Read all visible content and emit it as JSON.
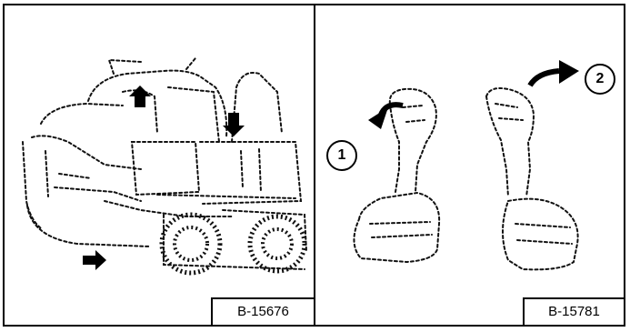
{
  "panels": [
    {
      "figure_code": "B-15676",
      "image_icon": "skid-steer-loader-illustration"
    },
    {
      "figure_code": "B-15781",
      "image_icon": "control-joystick-pair-illustration",
      "callouts": [
        "1",
        "2"
      ]
    }
  ]
}
